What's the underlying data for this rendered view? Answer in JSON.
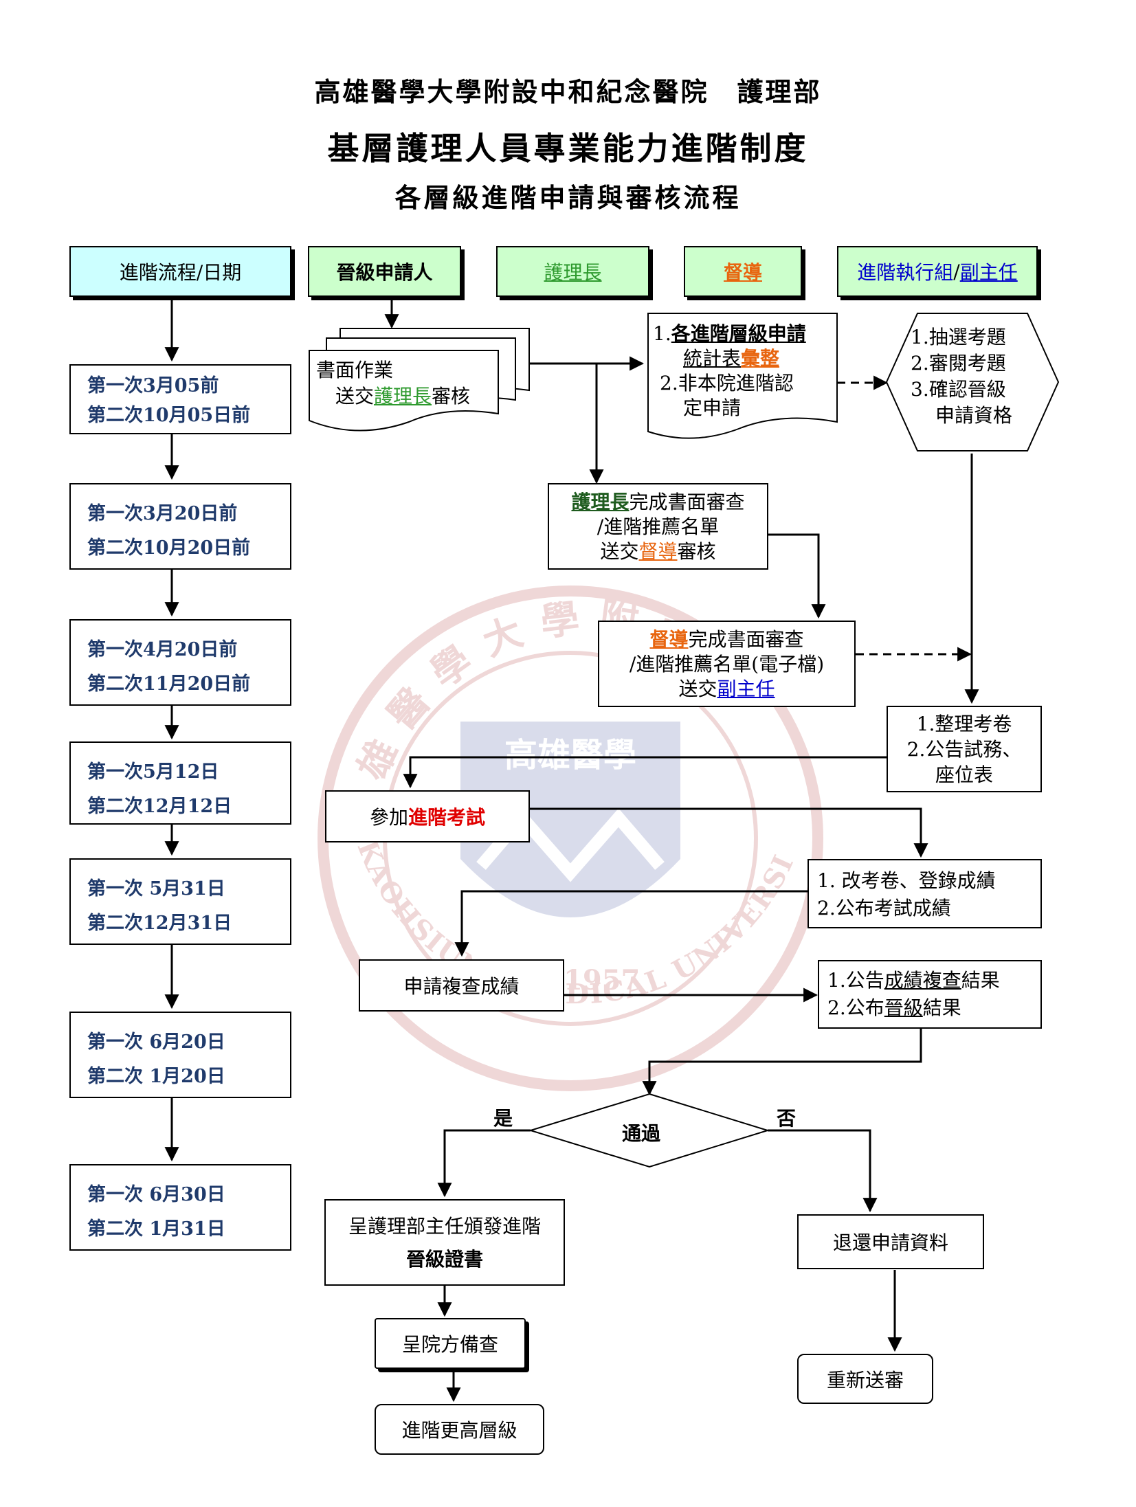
{
  "header": {
    "line1": "高雄醫學大學附設中和紀念醫院　護理部",
    "line2": "基層護理人員專業能力進階制度",
    "line3": "各層級進階申請與審核流程"
  },
  "watermark": {
    "top_text": "高雄醫學大學附設",
    "emblem_text": "高雄醫學",
    "bottom_text": "KAOHSIUNG MEDICAL UNIVERSITY HOSPITAL",
    "year": "1957"
  },
  "columns": {
    "c1": "進階流程/日期",
    "c2": "晉級申請人",
    "c3": "護理長",
    "c4": "督導",
    "c5a": "進階執行組",
    "c5b": "/",
    "c5c": "副主任"
  },
  "dates": [
    {
      "a": "第一次3月05前",
      "b": "第二次10月05日前"
    },
    {
      "a": "第一次3月20日前",
      "b": "第二次10月20日前"
    },
    {
      "a": "第一次4月20日前",
      "b": "第二次11月20日前"
    },
    {
      "a": "第一次5月12日",
      "b": "第二次12月12日"
    },
    {
      "a": "第一次 5月31日",
      "b": "第二次12月31日"
    },
    {
      "a": "第一次 6月20日",
      "b": "第二次 1月20日"
    },
    {
      "a": "第一次 6月30日",
      "b": "第二次 1月31日"
    }
  ],
  "doc_box": {
    "l1": "書面作業",
    "l2a": "送交",
    "l2b": "護理長",
    "l2c": "審核"
  },
  "stat_box": {
    "l1a": "1.",
    "l1b": "各進階層級申請",
    "l2a": "統計表",
    "l2b": "彙整",
    "l3": "2.非本院進階認",
    "l4": "定申請"
  },
  "hex": {
    "l1": "1.抽選考題",
    "l2": "2.審閱考題",
    "l3": "3.確認晉級",
    "l4": "申請資格"
  },
  "hn_review": {
    "l1a": "護理長",
    "l1b": "完成書面審查",
    "l2": "/進階推薦名單",
    "l3a": "送交",
    "l3b": "督導",
    "l3c": "審核"
  },
  "sup_review": {
    "l1a": "督導",
    "l1b": "完成書面審查",
    "l2": "/進階推薦名單(電子檔)",
    "l3a": "送交",
    "l3b": "副主任"
  },
  "exam_prep": {
    "l1": "1.整理考卷",
    "l2": "2.公告試務、",
    "l3": "座位表"
  },
  "exam": {
    "a": "參加",
    "b": "進階考試"
  },
  "grading": {
    "l1": "1. 改考卷、登錄成績",
    "l2": "2.公布考試成績"
  },
  "recheck": "申請複查成績",
  "results": {
    "l1a": "1.公告",
    "l1b": "成績複查",
    "l1c": "結果",
    "l2a": "2.公布",
    "l2b": "晉級",
    "l2c": "結果"
  },
  "decision": {
    "label": "通過",
    "yes": "是",
    "no": "否"
  },
  "certificate": {
    "l1": "呈護理部主任頒發進階",
    "l2": "晉級證書"
  },
  "archive": "呈院方備查",
  "next_level": "進階更高層級",
  "return": "退還申請資料",
  "resubmit": "重新送審"
}
